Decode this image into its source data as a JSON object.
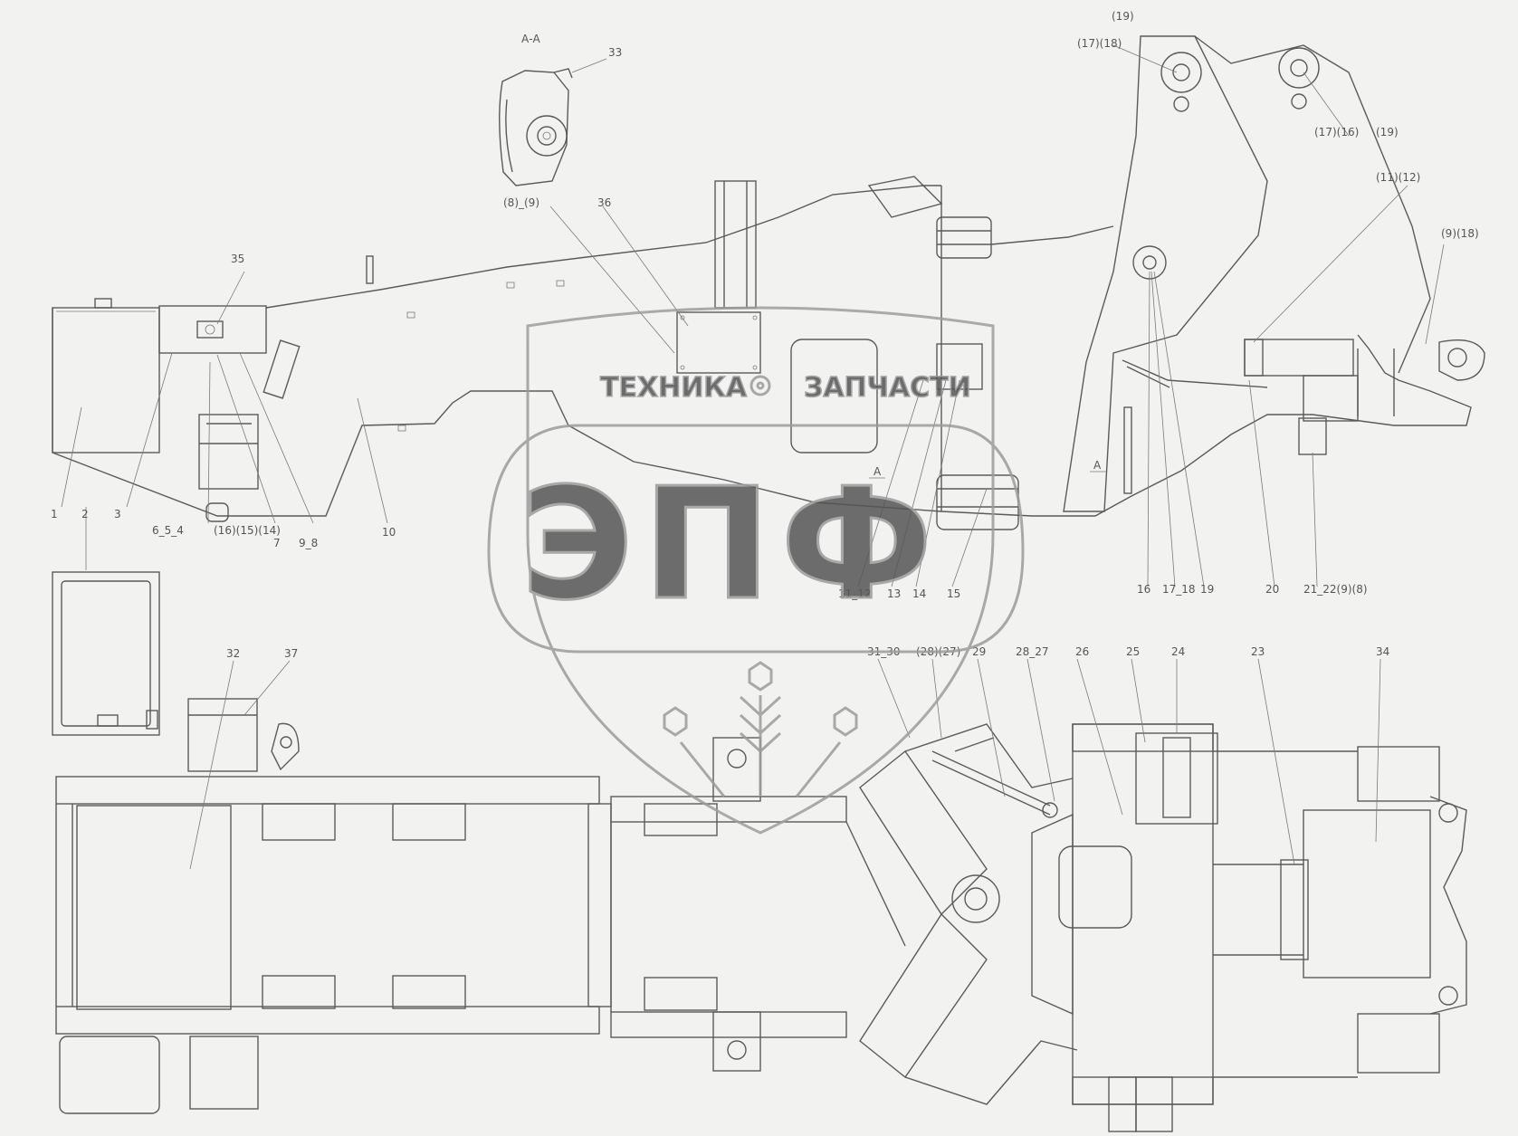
{
  "section_title": "А-А",
  "section_markers": [
    "А",
    "А"
  ],
  "watermark": {
    "brand_left": "ТЕХНИКА",
    "brand_right": "ЗАПЧАСТИ",
    "logo_letters": "ЭПФ"
  },
  "callouts_side": [
    {
      "id": "c1",
      "text": "1"
    },
    {
      "id": "c2",
      "text": "2"
    },
    {
      "id": "c3",
      "text": "3"
    },
    {
      "id": "c654",
      "text": "6_5_4"
    },
    {
      "id": "c16154",
      "text": "(16)(15)(14)"
    },
    {
      "id": "c7",
      "text": "7"
    },
    {
      "id": "c98",
      "text": "9_8"
    },
    {
      "id": "c10",
      "text": "10"
    },
    {
      "id": "c35",
      "text": "35"
    },
    {
      "id": "c33",
      "text": "33"
    },
    {
      "id": "c8-9",
      "text": "(8)_(9)"
    },
    {
      "id": "c36",
      "text": "36"
    },
    {
      "id": "c1112",
      "text": "11_12"
    },
    {
      "id": "c13",
      "text": "13"
    },
    {
      "id": "c14",
      "text": "14"
    },
    {
      "id": "c15",
      "text": "15"
    },
    {
      "id": "c16",
      "text": "16"
    },
    {
      "id": "c1718",
      "text": "17_18"
    },
    {
      "id": "c19",
      "text": "19"
    },
    {
      "id": "c20",
      "text": "20"
    },
    {
      "id": "c2122",
      "text": "21_22(9)(8)"
    },
    {
      "id": "c9top",
      "text": "(19)"
    },
    {
      "id": "c1718top",
      "text": "(17)(18)"
    },
    {
      "id": "c1716r",
      "text": "(17)(16)"
    },
    {
      "id": "c19r",
      "text": "(19)"
    },
    {
      "id": "c1112r",
      "text": "(11)(12)"
    },
    {
      "id": "c918",
      "text": "(9)(18)"
    }
  ],
  "callouts_top": [
    {
      "id": "t32",
      "text": "32"
    },
    {
      "id": "t37",
      "text": "37"
    },
    {
      "id": "t3130",
      "text": "31_30"
    },
    {
      "id": "t2827a",
      "text": "(28)(27)"
    },
    {
      "id": "t29",
      "text": "29"
    },
    {
      "id": "t2827b",
      "text": "28_27"
    },
    {
      "id": "t26",
      "text": "26"
    },
    {
      "id": "t25",
      "text": "25"
    },
    {
      "id": "t24",
      "text": "24"
    },
    {
      "id": "t23",
      "text": "23"
    },
    {
      "id": "t34",
      "text": "34"
    }
  ]
}
